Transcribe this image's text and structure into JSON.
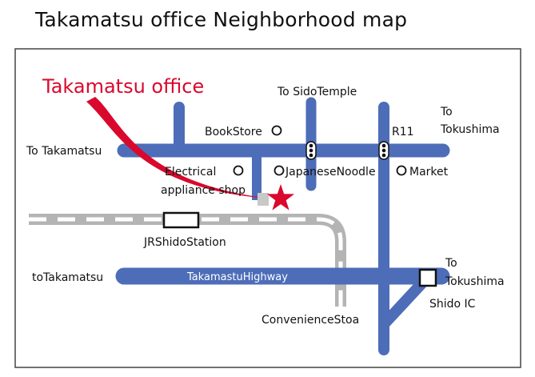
{
  "title": "Takamatsu office  Neighborhood map",
  "colors": {
    "road": "#4d6db8",
    "railway": "#b4b4b4",
    "office": "#d9092d",
    "frame": "#444444"
  },
  "office": {
    "label": "Takamatsu office",
    "marker_icon": "star-icon"
  },
  "labels": {
    "to_sido_temple": "To SidoTemple",
    "to_tokushima_top_1": "To",
    "to_tokushima_top_2": "Tokushima",
    "r11": "R11",
    "to_takamatsu_top": "To Takamatsu",
    "to_takamatsu_bottom": "toTakamatsu",
    "to_tokushima_bottom_1": "To",
    "to_tokushima_bottom_2": "Tokushima",
    "highway": "TakamastuHighway",
    "shido_ic": "Shido IC",
    "convenience_store": "ConvenienceStoa",
    "jr_station": "JRShidoStation"
  },
  "landmarks": {
    "bookstore": "BookStore",
    "electrical_1": "Electrical",
    "electrical_2": "appliance shop",
    "japanese_noodle": "JapaneseNoodle",
    "market": "Market"
  }
}
